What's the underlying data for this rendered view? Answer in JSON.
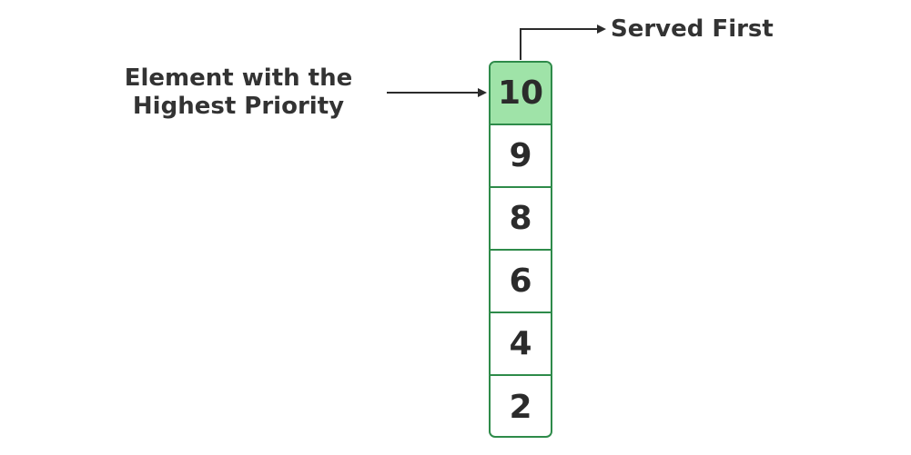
{
  "labels": {
    "highest_priority_line1": "Element with the",
    "highest_priority_line2": "Highest Priority",
    "served_first": "Served First"
  },
  "queue": {
    "elements": [
      "10",
      "9",
      "8",
      "6",
      "4",
      "2"
    ],
    "highlight_index": 0
  },
  "colors": {
    "border": "#2e8b4a",
    "highlight_fill": "#9fe3a8",
    "arrow": "#2b2b2b",
    "text": "#333333"
  }
}
